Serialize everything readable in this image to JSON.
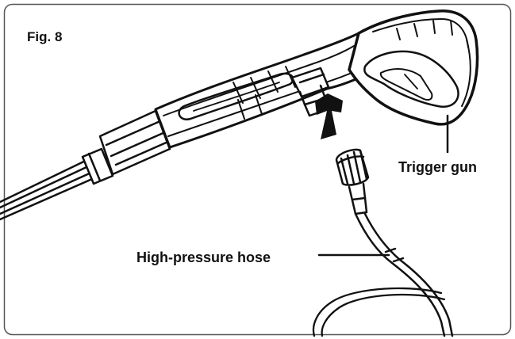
{
  "figure": {
    "label": "Fig. 8"
  },
  "callouts": {
    "trigger_gun": "Trigger gun",
    "high_pressure_hose": "High-pressure hose"
  },
  "icons": {
    "direction_arrow": "arrow-up-left-icon"
  },
  "colors": {
    "line": "#111111",
    "background": "#ffffff",
    "frame": "#555555"
  }
}
